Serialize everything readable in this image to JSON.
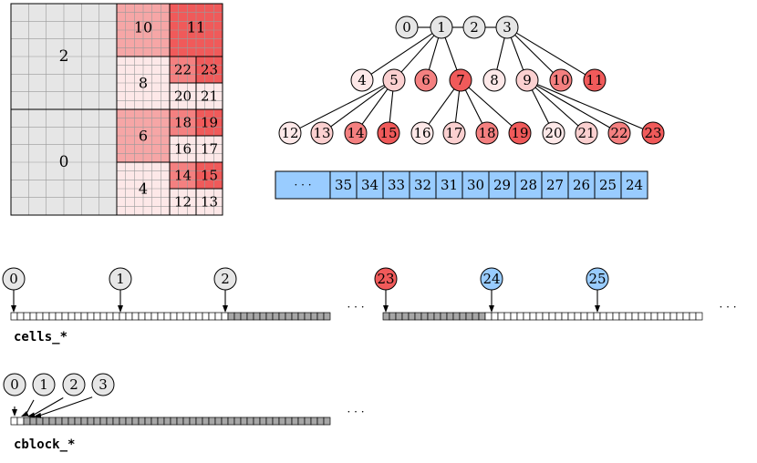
{
  "colors": {
    "gray": "#e6e6e6",
    "grid": "#9a9a9a",
    "line": "#000000",
    "pink_light": "#fde8e8",
    "pink_pale": "#fbd0d0",
    "pink_mid": "#f6a6a6",
    "pink_strong": "#f48080",
    "red": "#f05a5a",
    "blue": "#99ccff",
    "shaded": "#a6a6a6"
  },
  "quadtree": {
    "blocks": [
      {
        "label": "2"
      },
      {
        "label": "0"
      },
      {
        "label": "10"
      },
      {
        "label": "11"
      },
      {
        "label": "8"
      },
      {
        "label": "6"
      },
      {
        "label": "4"
      },
      {
        "label": "22"
      },
      {
        "label": "23"
      },
      {
        "label": "20"
      },
      {
        "label": "21"
      },
      {
        "label": "18"
      },
      {
        "label": "19"
      },
      {
        "label": "16"
      },
      {
        "label": "17"
      },
      {
        "label": "14"
      },
      {
        "label": "15"
      },
      {
        "label": "12"
      },
      {
        "label": "13"
      }
    ]
  },
  "tree": {
    "level0": [
      "0",
      "1",
      "2",
      "3"
    ],
    "level1": [
      "4",
      "5",
      "6",
      "7",
      "8",
      "9",
      "10",
      "11"
    ],
    "level2": [
      "12",
      "13",
      "14",
      "15",
      "16",
      "17",
      "18",
      "19",
      "20",
      "21",
      "22",
      "23"
    ]
  },
  "stack": {
    "ellipsis": "· · ·",
    "items": [
      "35",
      "34",
      "33",
      "32",
      "31",
      "30",
      "29",
      "28",
      "27",
      "26",
      "25",
      "24"
    ]
  },
  "cells_row": {
    "label": "cells_*",
    "nodes_left": [
      "0",
      "1",
      "2"
    ],
    "nodes_right": [
      "23",
      "24",
      "25"
    ],
    "ellipsis": "· · ·"
  },
  "cblock_row": {
    "label": "cblock_*",
    "nodes": [
      "0",
      "1",
      "2",
      "3"
    ],
    "ellipsis": "· · ·"
  }
}
